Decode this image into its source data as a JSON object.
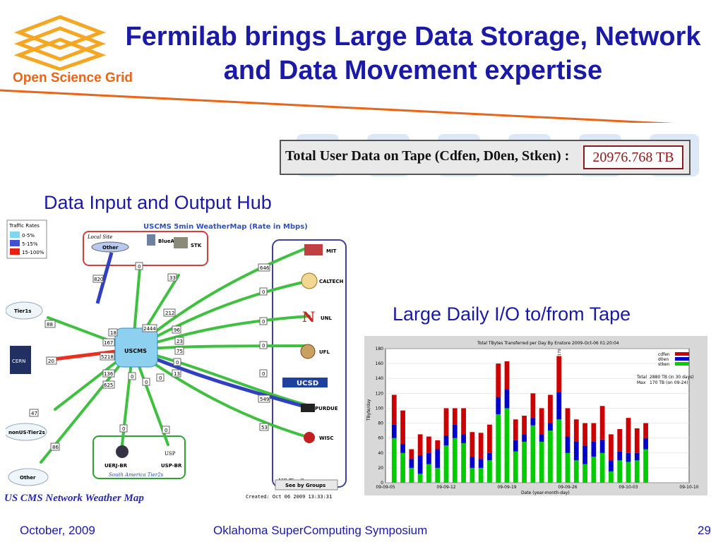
{
  "slide": {
    "title": "Fermilab brings Large Data Storage, Network and Data Movement expertise",
    "logo_text": "Open Science Grid",
    "tape_label": "Total User Data on Tape (Cdfen, D0en, Stken) :",
    "tape_value": "20976.768 TB",
    "hub_label": "Data Input and Output Hub",
    "io_label": "Large Daily I/O to/from Tape",
    "footer_date": "October, 2009",
    "footer_event": "Oklahoma SuperComputing Symposium",
    "footer_page": "29"
  },
  "weathermap": {
    "title": "USCMS 5min WeatherMap (Rate in Mbps)",
    "caption": "US CMS Network Weather Map",
    "created": "Created: Oct 06 2009 13:33:31",
    "see_groups": "See by Groups",
    "legend_title": "Traffic Rates",
    "legend": [
      "0-5%",
      "5-15%",
      "15-100%"
    ],
    "local_site": "Local Site",
    "south_america": "South America Tier2s",
    "us_tier2s": "US Tier2s",
    "hub": "USCMS",
    "nodes": {
      "other_top": "Other",
      "bluearc": "BlueArc",
      "stk": "STK",
      "tier1s": "Tier1s",
      "cern": "CERN",
      "nonus": "nonUS-Tier2s",
      "other_bottom": "Other",
      "uerj": "UERJ-BR",
      "uspbr": "USP-BR",
      "uspbr_logo": "USP",
      "mit": "MIT",
      "caltech": "CALTECH",
      "unl": "UNL",
      "ufl": "UFL",
      "ucsd": "UCSD",
      "purdue": "PURDUE",
      "wisc": "WISC"
    },
    "rates": {
      "r820": "820",
      "r0a": "0",
      "r33": "33",
      "r646": "646",
      "r212": "212",
      "r2444": "2444",
      "r88": "88",
      "r18": "18",
      "r167": "167",
      "r5218": "5218",
      "r20": "20",
      "r136": "136",
      "r625": "625",
      "r96": "96",
      "r23": "23",
      "r75": "75",
      "r0b": "0",
      "r13": "13",
      "r0mit": "0",
      "r0cal": "0",
      "r0unl": "0",
      "r0ufl": "0",
      "r549": "549",
      "r53": "53",
      "r47": "47",
      "r86": "86",
      "r0c": "0",
      "r0d": "0",
      "r0e": "0",
      "r0f": "0",
      "r0g": "0"
    }
  },
  "chart_data": {
    "type": "bar",
    "title": "Total TBytes Transferred per Day By Enstore 2009-Oct-06 01:20:04",
    "xlabel": "Date (year-month-day)",
    "ylabel": "TByte/day",
    "ylim": [
      0,
      180
    ],
    "y_ticks": [
      "0",
      "20",
      "40",
      "60",
      "80",
      "100",
      "120",
      "140",
      "160",
      "180"
    ],
    "x_ticks": [
      "09-09-05",
      "09-09-12",
      "09-09-19",
      "09-09-26",
      "09-10-03",
      "09-10-10"
    ],
    "stacked": true,
    "legend": [
      "cdfen",
      "d0en",
      "stken"
    ],
    "legend_colors": [
      "#cc0000",
      "#0000cc",
      "#00cc00"
    ],
    "stats": {
      "total_label": "Total",
      "total_value": "2880 TB (in 30 days)",
      "max_label": "Max",
      "max_value": "170 TB (on 09-24)"
    },
    "peak_label": "170",
    "series": [
      {
        "name": "stken",
        "values": [
          60,
          40,
          20,
          12,
          25,
          20,
          50,
          60,
          53,
          20,
          20,
          30,
          92,
          100,
          42,
          55,
          77,
          55,
          70,
          85,
          40,
          30,
          25,
          35,
          40,
          15,
          30,
          28,
          30,
          45
        ]
      },
      {
        "name": "d0en",
        "values": [
          18,
          12,
          12,
          25,
          15,
          25,
          13,
          18,
          12,
          15,
          12,
          10,
          23,
          25,
          15,
          10,
          10,
          10,
          10,
          37,
          22,
          25,
          25,
          20,
          18,
          15,
          12,
          12,
          10,
          15
        ]
      },
      {
        "name": "cdfen",
        "values": [
          40,
          45,
          13,
          28,
          22,
          12,
          37,
          22,
          35,
          33,
          35,
          38,
          45,
          38,
          28,
          25,
          33,
          35,
          38,
          48,
          38,
          30,
          30,
          25,
          45,
          35,
          30,
          47,
          33,
          20
        ]
      }
    ]
  }
}
